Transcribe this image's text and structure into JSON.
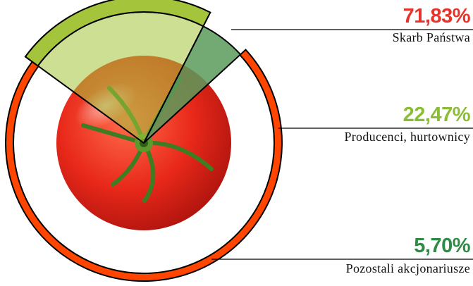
{
  "chart_data": {
    "type": "pie",
    "series": [
      {
        "label": "Skarb Państwa",
        "value": 71.83,
        "value_text": "71,83%",
        "color": "#ff4500",
        "text_color": "#e8322a"
      },
      {
        "label": "Producenci, hurtownicy",
        "value": 22.47,
        "value_text": "22,47%",
        "color": "#a3c43b",
        "text_color": "#8bbd37"
      },
      {
        "label": "Pozostali akcjonariusze",
        "value": 5.7,
        "value_text": "5,70%",
        "color": "#5a9a5a",
        "text_color": "#2e8b45"
      }
    ],
    "start_angle_deg": 47.5,
    "center_image": "tomato",
    "legend": "right"
  }
}
